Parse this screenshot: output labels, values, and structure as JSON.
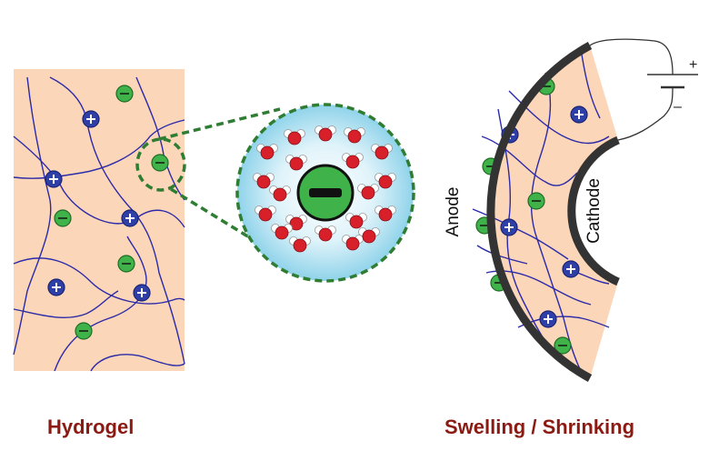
{
  "labels": {
    "hydrogel": "Hydrogel",
    "swelling": "Swelling / Shrinking",
    "anode": "Anode",
    "cathode": "Cathode",
    "battery_positive": "+",
    "battery_negative": "–"
  },
  "colors": {
    "gel_fill": "#fcd6b9",
    "polymer_chain": "#2b2aa8",
    "cation_fill": "#2f3fa8",
    "anion_fill": "#3fb24a",
    "callout_dash": "#2f7d32",
    "electrode": "#333333",
    "caption": "#8b1a12",
    "oxygen": "#d7202a",
    "hydrogen": "#ffffff",
    "halo": "#8fd3ea"
  },
  "legend_symbols": {
    "cation": "⊕ blue circle (positive ion)",
    "anion": "⊖ green circle (negative ion)"
  }
}
